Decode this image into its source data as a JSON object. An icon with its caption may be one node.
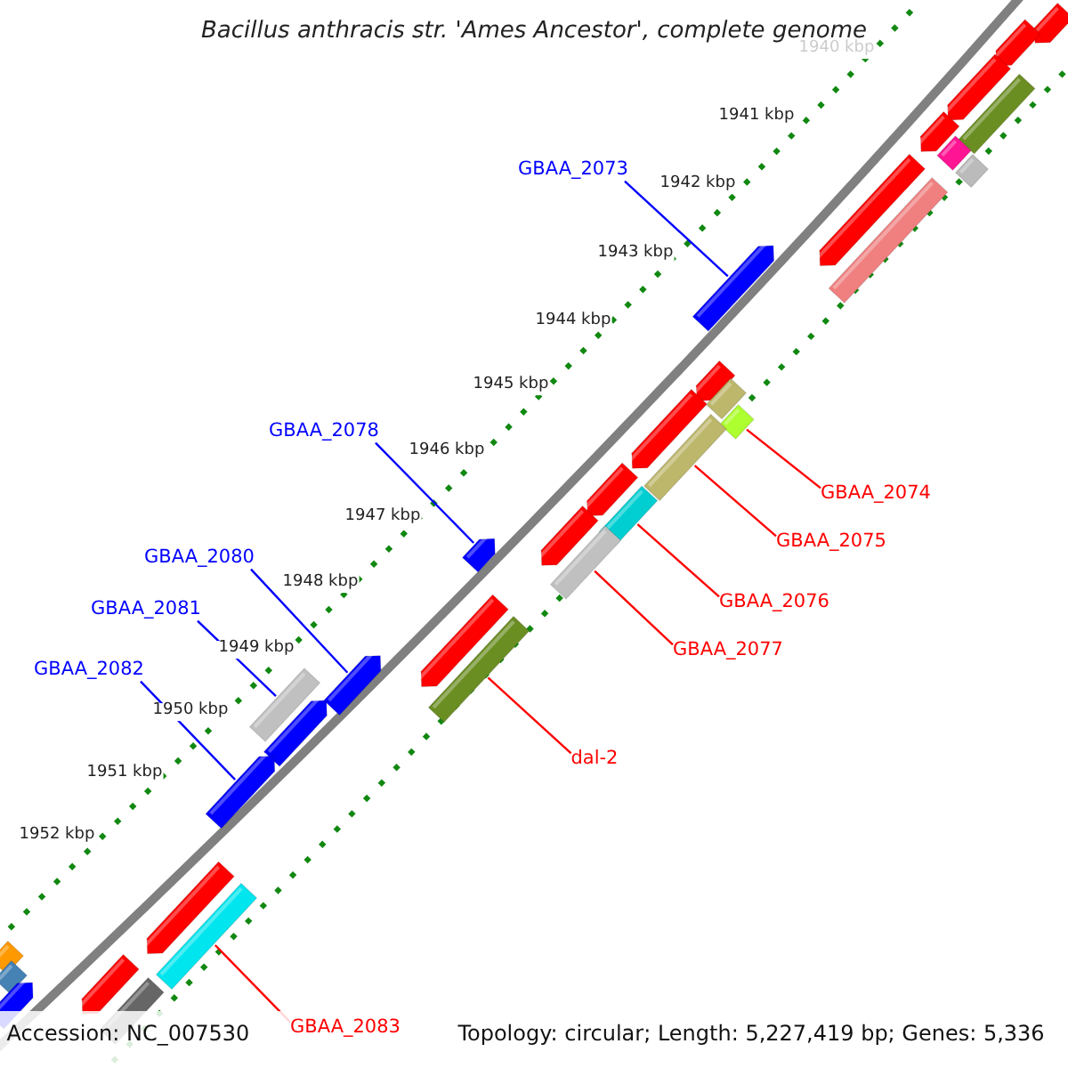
{
  "diagram": {
    "title": "Bacillus anthracis str. 'Ames Ancestor', complete genome",
    "nodes": [
      {
        "text": [
          "GBAA_2073"
        ]
      },
      {
        "text": [],
        "shape": "arrow"
      },
      {
        "text": [
          "GBAA_2074"
        ]
      },
      {
        "text": [],
        "shape": "bar"
      },
      {
        "text": [
          "GBAA_2075"
        ]
      },
      {
        "text": [],
        "shape": "bar"
      },
      {
        "text": [
          "GBAA_2078"
        ]
      },
      {
        "text": [],
        "shape": "arrow"
      },
      {
        "text": [
          "GBAA_2076"
        ]
      },
      {
        "text": [],
        "shape": "bar"
      },
      {
        "text": [
          "GBAA_2077"
        ]
      },
      {
        "text": [],
        "shape": "bar"
      },
      {
        "text": [
          "GBAA_2080"
        ]
      },
      {
        "text": [],
        "shape": "arrow"
      },
      {
        "text": [
          "GBAA_2081"
        ]
      },
      {
        "text": [],
        "shape": "bar"
      },
      {
        "text": [
          "GBAA_2082"
        ]
      },
      {
        "text": [],
        "shape": "arrow"
      },
      {
        "text": [
          "dal-2"
        ]
      },
      {
        "text": [],
        "shape": "bar"
      },
      {
        "text": [
          "GBAA_2083"
        ]
      },
      {
        "text": [],
        "shape": "bar"
      }
    ],
    "edges": [
      {
        "from": 0,
        "to": 1,
        "arrow": "none",
        "color": "#0000ff"
      },
      {
        "from": 2,
        "to": 3,
        "arrow": "none"
      },
      {
        "from": 4,
        "to": 5,
        "arrow": "none"
      },
      {
        "from": 6,
        "to": 7,
        "arrow": "none",
        "color": "#0000ff"
      },
      {
        "from": 8,
        "to": 9,
        "arrow": "none"
      },
      {
        "from": 10,
        "to": 11,
        "arrow": "none"
      },
      {
        "from": 12,
        "to": 13,
        "arrow": "none",
        "color": "#0000ff"
      },
      {
        "from": 14,
        "to": 15,
        "arrow": "none",
        "color": "#0000ff"
      },
      {
        "from": 16,
        "to": 17,
        "arrow": "none",
        "color": "#0000ff"
      },
      {
        "from": 18,
        "to": 19,
        "arrow": "none"
      },
      {
        "from": 20,
        "to": 21,
        "arrow": "none"
      }
    ],
    "labels": [
      "1940 kbp",
      "1941 kbp",
      "1942 kbp",
      "1943 kbp",
      "1944 kbp",
      "1945 kbp",
      "1946 kbp",
      "1947 kbp",
      "1948 kbp",
      "1949 kbp",
      "1950 kbp",
      "1951 kbp",
      "1952 kbp",
      "Accession: NC_007530",
      "Topology: circular; Length: 5,227,419 bp; Genes: 5,336"
    ]
  }
}
